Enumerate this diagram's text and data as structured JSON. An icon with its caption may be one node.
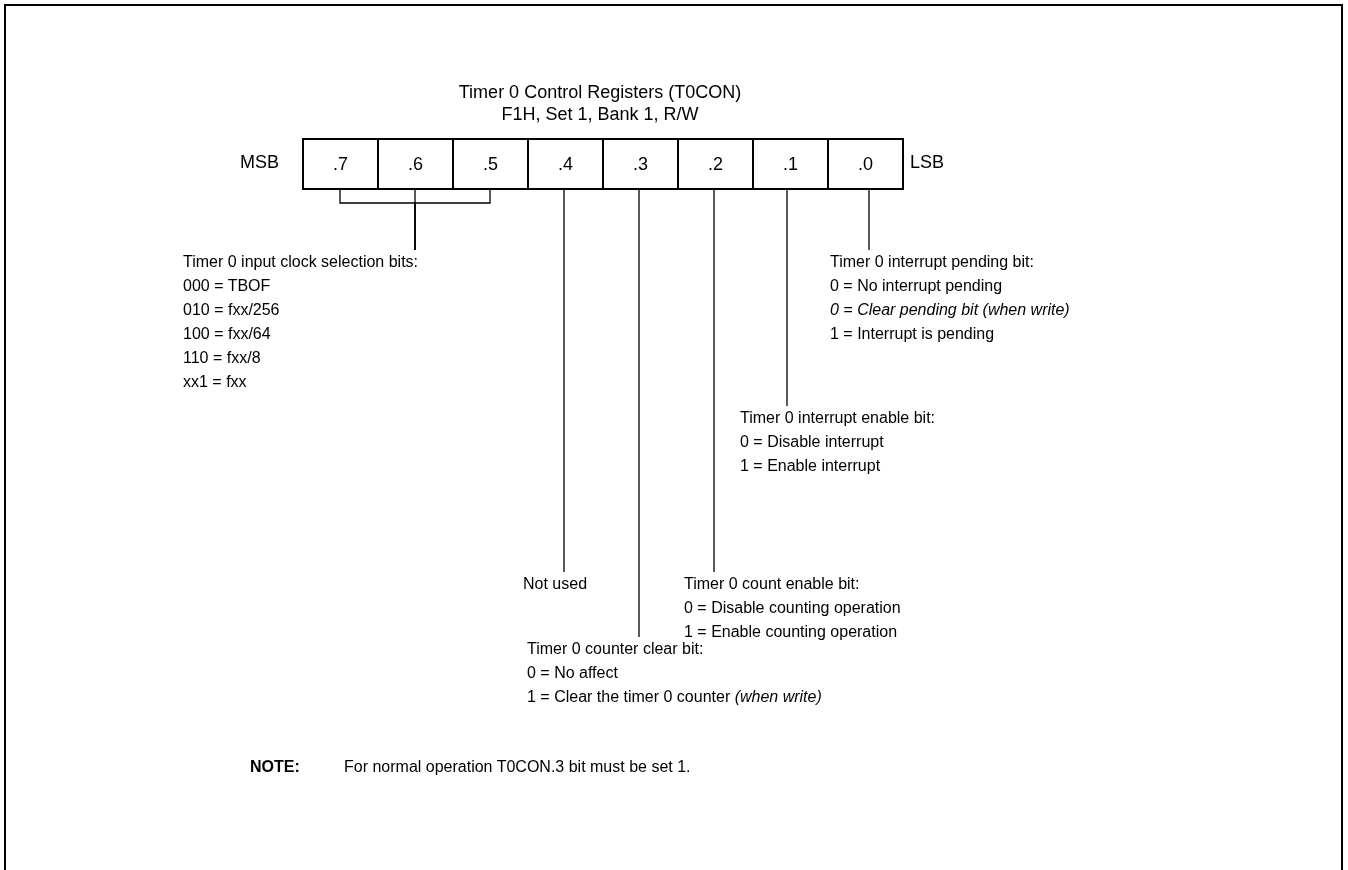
{
  "diagram": {
    "title": "Timer 0 Control Registers (T0CON)",
    "nodes": [
      {
        "text": [
          ".7"
        ]
      },
      {
        "text": [
          ".6"
        ]
      },
      {
        "text": [
          ".5"
        ]
      },
      {
        "text": [
          ".4"
        ]
      },
      {
        "text": [
          ".3"
        ]
      },
      {
        "text": [
          ".2"
        ]
      },
      {
        "text": [
          ".1"
        ]
      },
      {
        "text": [
          ".0"
        ]
      },
      {
        "text": [
          "Timer 0 input clock selection bits:",
          "000 = TBOF",
          "010 = fxx/256",
          "100 = fxx/64",
          "110 = fxx/8",
          "xx1 = fxx"
        ]
      },
      {
        "text": [
          "Not used"
        ]
      },
      {
        "text": [
          "Timer 0 counter clear bit:",
          "0 = No affect",
          "1 = Clear the timer 0 counter *(when write)*"
        ]
      },
      {
        "text": [
          "Timer 0 count enable bit:",
          "0 = Disable counting operation",
          "1 = Enable counting operation"
        ]
      },
      {
        "text": [
          "Timer 0 interrupt enable bit:",
          "0 = Disable interrupt",
          "1 = Enable interrupt"
        ]
      },
      {
        "text": [
          "Timer 0 interrupt pending bit:",
          "0 = No interrupt pending",
          "0 = Clear pending bit (when write)",
          "1 = Interrupt is pending"
        ]
      }
    ],
    "edges": [
      {
        "from": 0,
        "to": 8,
        "arrow": "none"
      },
      {
        "from": 1,
        "to": 8,
        "arrow": "none"
      },
      {
        "from": 2,
        "to": 8,
        "arrow": "none"
      },
      {
        "from": 3,
        "to": 9,
        "arrow": "none"
      },
      {
        "from": 4,
        "to": 10,
        "arrow": "none"
      },
      {
        "from": 5,
        "to": 11,
        "arrow": "none"
      },
      {
        "from": 6,
        "to": 12,
        "arrow": "none"
      },
      {
        "from": 7,
        "to": 13,
        "arrow": "none"
      }
    ],
    "labels": [
      "F1H, Set 1, Bank 1, R/W",
      "MSB",
      "LSB",
      "NOTE:",
      "For normal operation T0CON.3 bit must be set 1."
    ]
  }
}
